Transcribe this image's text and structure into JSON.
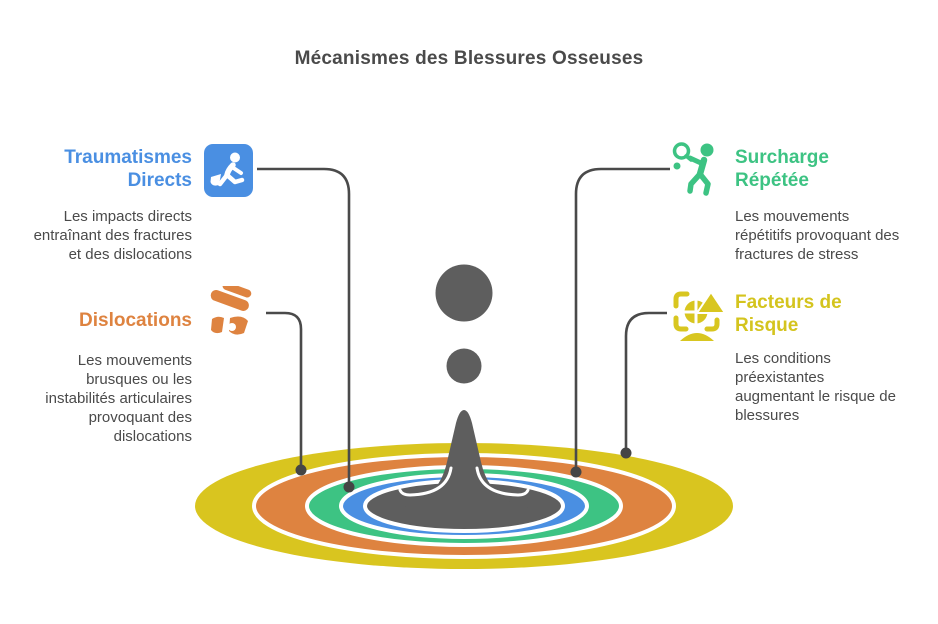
{
  "title": "Mécanismes des Blessures Osseuses",
  "sections": [
    {
      "label": "Traumatismes Directs",
      "description": "Les impacts directs entraînant des fractures et des dislocations",
      "color": "#4a8fe2",
      "icon": "falling-person-icon",
      "position": "top-left"
    },
    {
      "label": "Dislocations",
      "description": "Les mouvements brusques ou les instabilités articulaires provoquant des dislocations",
      "color": "#de8340",
      "icon": "bandaged-limb-icon",
      "position": "bottom-left"
    },
    {
      "label": "Surcharge Répétée",
      "description": "Les mouvements répétitifs provoquant des fractures de stress",
      "color": "#3dc383",
      "icon": "tennis-player-icon",
      "position": "top-right"
    },
    {
      "label": "Facteurs de Risque",
      "description": "Les conditions préexistantes augmentant le risque de blessures",
      "color": "#d8c620",
      "icon": "risk-scan-icon",
      "position": "bottom-right"
    }
  ],
  "splash": {
    "rings": [
      {
        "name": "outer-ring",
        "color": "#d9c51f"
      },
      {
        "name": "second-ring",
        "color": "#de8340"
      },
      {
        "name": "third-ring",
        "color": "#3dc383"
      },
      {
        "name": "fourth-ring",
        "color": "#4a8fe2"
      },
      {
        "name": "center-pool",
        "color": "#5e5e5e"
      }
    ],
    "droplet_color": "#5e5e5e",
    "connector_color": "#4a4a4a"
  },
  "text_color": "#4a4a4a"
}
